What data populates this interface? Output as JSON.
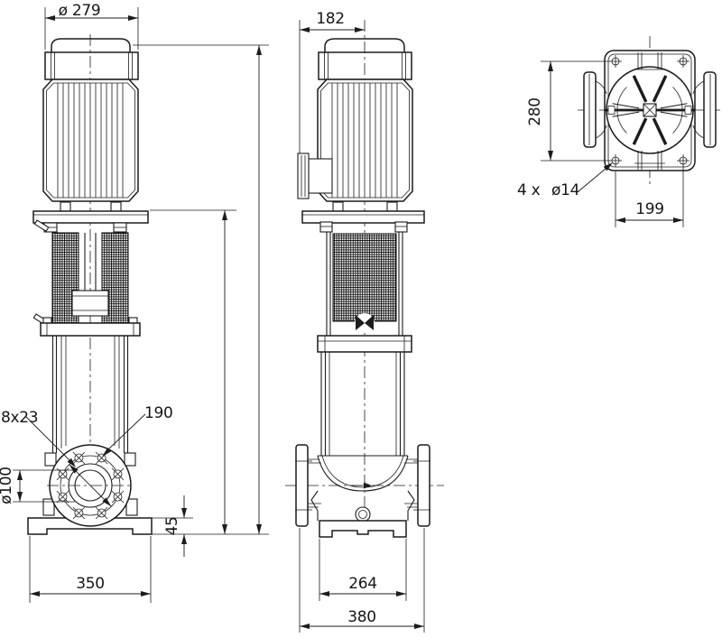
{
  "dimensions": {
    "front_view": {
      "motor_diameter": "ø 279",
      "flange_holes": "8x23",
      "bolt_circle_diameter": "190",
      "port_diameter": "ø100",
      "base_height": "45",
      "base_width": "350"
    },
    "side_view": {
      "motor_axis_to_box": "182",
      "foot_width": "264",
      "flange_to_flange": "380"
    },
    "top_view": {
      "bolt_spacing_depth": "280",
      "hole_count": "4 x",
      "hole_diameter": "ø14",
      "bolt_spacing_width": "199"
    }
  }
}
